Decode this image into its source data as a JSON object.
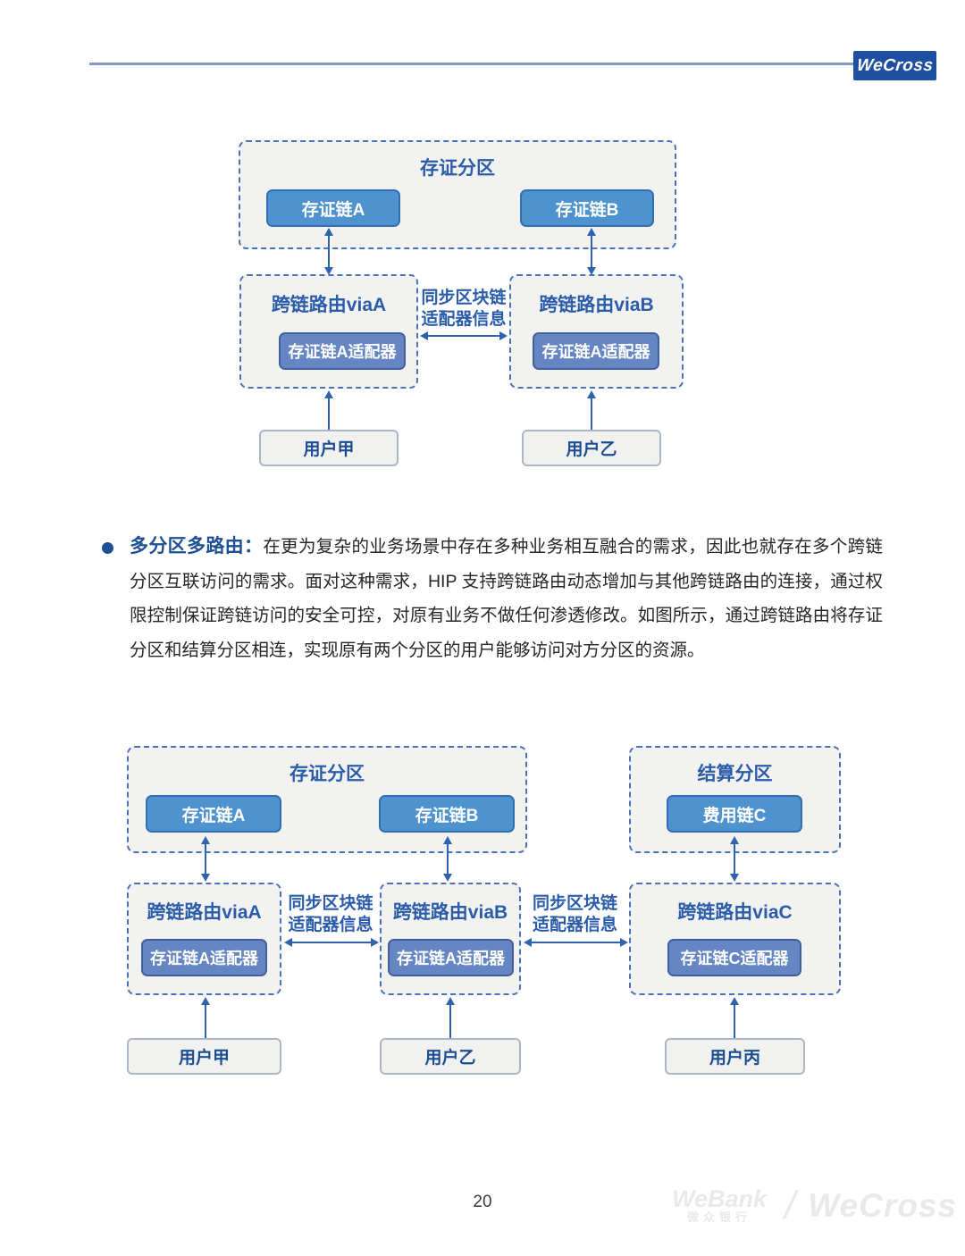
{
  "header": {
    "logo_text": "WeCross"
  },
  "diagram1": {
    "partition_title": "存证分区",
    "chains": [
      "存证链A",
      "存证链B"
    ],
    "routers": [
      {
        "title": "跨链路由viaA",
        "adapter": "存证链A适配器"
      },
      {
        "title": "跨链路由viaB",
        "adapter": "存证链A适配器"
      }
    ],
    "sync_label": {
      "line1": "同步区块链",
      "line2": "适配器信息"
    },
    "users": [
      "用户甲",
      "用户乙"
    ]
  },
  "paragraph": {
    "bullet_heading": "多分区多路由：",
    "body": "在更为复杂的业务场景中存在多种业务相互融合的需求，因此也就存在多个跨链分区互联访问的需求。面对这种需求，HIP 支持跨链路由动态增加与其他跨链路由的连接，通过权限控制保证跨链访问的安全可控，对原有业务不做任何渗透修改。如图所示，通过跨链路由将存证分区和结算分区相连，实现原有两个分区的用户能够访问对方分区的资源。"
  },
  "diagram2": {
    "partitions": [
      {
        "title": "存证分区",
        "chains": [
          "存证链A",
          "存证链B"
        ]
      },
      {
        "title": "结算分区",
        "chains": [
          "费用链C"
        ]
      }
    ],
    "routers": [
      {
        "title": "跨链路由viaA",
        "adapter": "存证链A适配器"
      },
      {
        "title": "跨链路由viaB",
        "adapter": "存证链A适配器"
      },
      {
        "title": "跨链路由viaC",
        "adapter": "存证链C适配器"
      }
    ],
    "sync_labels": [
      {
        "line1": "同步区块链",
        "line2": "适配器信息"
      },
      {
        "line1": "同步区块链",
        "line2": "适配器信息"
      }
    ],
    "users": [
      "用户甲",
      "用户乙",
      "用户丙"
    ]
  },
  "footer": {
    "page_number": "20",
    "watermark": {
      "webank": "WeBank",
      "webank_cn": "微众银行",
      "separator": "/",
      "wecross": "WeCross"
    }
  },
  "colors": {
    "accent_blue": "#2b5ca9",
    "dashed_border": "#4a72b8",
    "panel_bg": "#f2f2f0",
    "chain_fill": "#4e92ce",
    "chain_border": "#3170b0",
    "adapter_fill": "#6585c3",
    "adapter_border": "#40609f",
    "user_border": "#a9b7c9",
    "user_text": "#1c4d94",
    "arrow": "#2e63ad",
    "header_line": "#8598c2",
    "logo_bg": "#1f4fa0",
    "watermark_gray": "#e9e9e9"
  }
}
